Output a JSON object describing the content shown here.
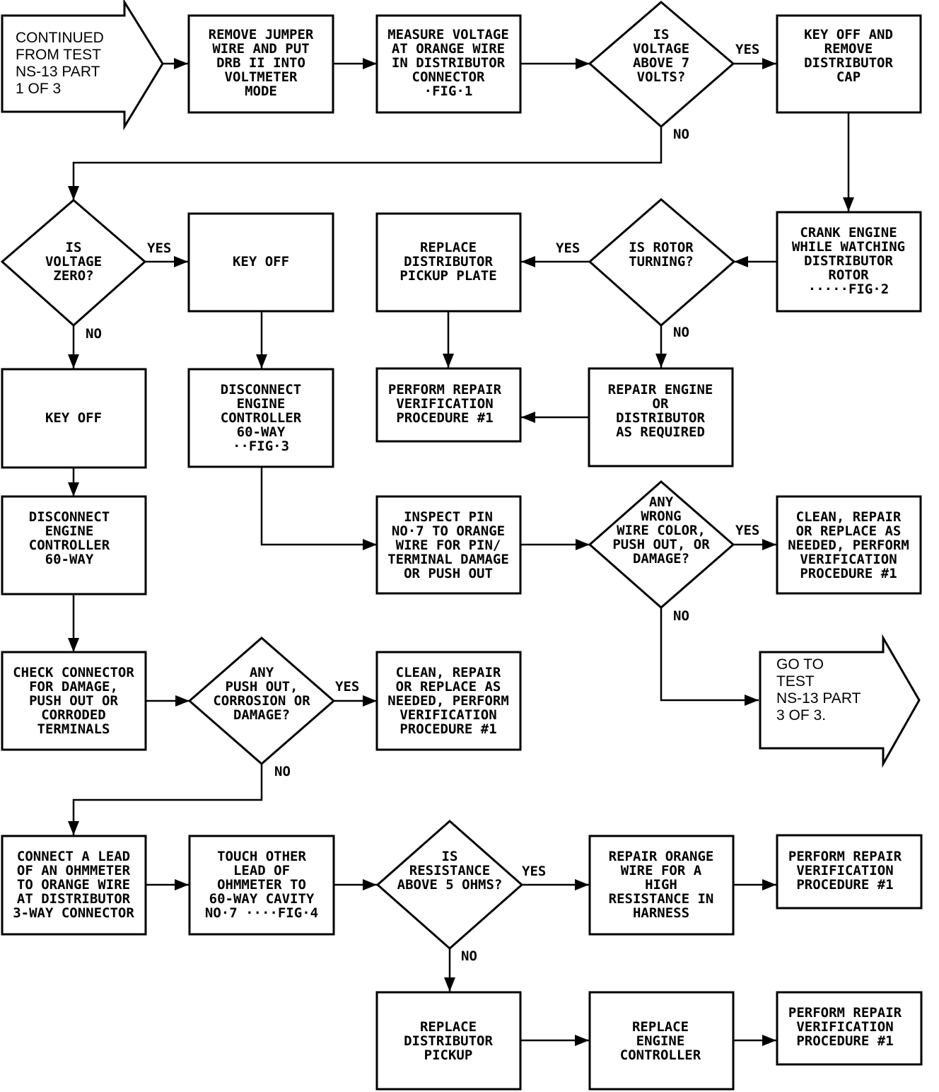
{
  "nodes": {
    "continued_from": {
      "lines": [
        "CONTINUED",
        "FROM TEST",
        "NS-13 PART",
        "1 OF 3"
      ]
    },
    "remove_jumper": {
      "lines": [
        "REMOVE JUMPER",
        "WIRE AND PUT",
        "DRB II INTO",
        "VOLTMETER",
        "MODE"
      ]
    },
    "measure_voltage": {
      "lines": [
        "MEASURE VOLTAGE",
        "AT ORANGE WIRE",
        "IN DISTRIBUTOR",
        "CONNECTOR",
        "·FIG·1"
      ]
    },
    "voltage_above_7": {
      "lines": [
        "IS",
        "VOLTAGE",
        "ABOVE 7",
        "VOLTS?"
      ]
    },
    "key_off_remove_cap": {
      "lines": [
        "KEY OFF AND",
        "REMOVE",
        "DISTRIBUTOR",
        "CAP"
      ]
    },
    "voltage_zero": {
      "lines": [
        "IS",
        "VOLTAGE",
        "ZERO?"
      ]
    },
    "key_off_a": {
      "lines": [
        "KEY OFF"
      ]
    },
    "replace_pickup_plate": {
      "lines": [
        "REPLACE",
        "DISTRIBUTOR",
        "PICKUP PLATE"
      ]
    },
    "rotor_turning": {
      "lines": [
        "IS ROTOR",
        "TURNING?"
      ]
    },
    "crank_engine": {
      "lines": [
        "CRANK ENGINE",
        "WHILE WATCHING",
        "DISTRIBUTOR",
        "ROTOR",
        "·····FIG·2"
      ]
    },
    "key_off_b": {
      "lines": [
        "KEY OFF"
      ]
    },
    "disconnect_fig3": {
      "lines": [
        "DISCONNECT",
        "ENGINE",
        "CONTROLLER",
        "60-WAY",
        "··FIG·3"
      ]
    },
    "verify_1": {
      "lines": [
        "PERFORM REPAIR",
        "VERIFICATION",
        "PROCEDURE #1"
      ]
    },
    "repair_engine": {
      "lines": [
        "REPAIR ENGINE",
        "OR",
        "DISTRIBUTOR",
        "AS REQUIRED"
      ]
    },
    "disconnect_b": {
      "lines": [
        "DISCONNECT",
        "ENGINE",
        "CONTROLLER",
        "60-WAY"
      ]
    },
    "inspect_pin7": {
      "lines": [
        "INSPECT PIN",
        "NO·7 TO ORANGE",
        "WIRE FOR PIN/",
        "TERMINAL DAMAGE",
        "OR PUSH OUT"
      ]
    },
    "wrong_wire_color": {
      "lines": [
        "ANY",
        "WRONG",
        "WIRE COLOR,",
        "PUSH OUT, OR",
        "DAMAGE?"
      ]
    },
    "clean_repair_a": {
      "lines": [
        "CLEAN, REPAIR",
        "OR REPLACE AS",
        "NEEDED, PERFORM",
        "VERIFICATION",
        "PROCEDURE #1"
      ]
    },
    "check_connector": {
      "lines": [
        "CHECK CONNECTOR",
        "FOR DAMAGE,",
        "PUSH OUT OR",
        "CORRODED",
        "TERMINALS"
      ]
    },
    "push_out_corrosion": {
      "lines": [
        "ANY",
        "PUSH OUT,",
        "CORROSION OR",
        "DAMAGE?"
      ]
    },
    "clean_repair_b": {
      "lines": [
        "CLEAN, REPAIR",
        "OR REPLACE AS",
        "NEEDED, PERFORM",
        "VERIFICATION",
        "PROCEDURE #1"
      ]
    },
    "go_to_test": {
      "lines": [
        "GO TO",
        "TEST",
        "NS-13 PART",
        "3 OF 3."
      ]
    },
    "connect_ohmmeter": {
      "lines": [
        "CONNECT A LEAD",
        "OF AN OHMMETER",
        "TO ORANGE WIRE",
        "AT DISTRIBUTOR",
        "3-WAY CONNECTOR"
      ]
    },
    "touch_other_lead": {
      "lines": [
        "TOUCH OTHER",
        "LEAD OF",
        "OHMMETER TO",
        "60-WAY CAVITY",
        "NO·7 ····FIG·4"
      ]
    },
    "resistance_above_5": {
      "lines": [
        "IS",
        "RESISTANCE",
        "ABOVE 5 OHMS?"
      ]
    },
    "repair_orange_wire": {
      "lines": [
        "REPAIR ORANGE",
        "WIRE FOR A",
        "HIGH",
        "RESISTANCE IN",
        "HARNESS"
      ]
    },
    "verify_2": {
      "lines": [
        "PERFORM REPAIR",
        "VERIFICATION",
        "PROCEDURE #1"
      ]
    },
    "replace_pickup": {
      "lines": [
        "REPLACE",
        "DISTRIBUTOR",
        "PICKUP"
      ]
    },
    "replace_controller": {
      "lines": [
        "REPLACE",
        "ENGINE",
        "CONTROLLER"
      ]
    },
    "verify_3": {
      "lines": [
        "PERFORM REPAIR",
        "VERIFICATION",
        "PROCEDURE #1"
      ]
    }
  },
  "edge_labels": {
    "v7_yes": "YES",
    "v7_no": "NO",
    "vz_yes": "YES",
    "vz_no": "NO",
    "rotor_yes": "YES",
    "rotor_no": "NO",
    "wrong_yes": "YES",
    "wrong_no": "NO",
    "push_yes": "YES",
    "push_no": "NO",
    "res_yes": "YES",
    "res_no": "NO"
  }
}
